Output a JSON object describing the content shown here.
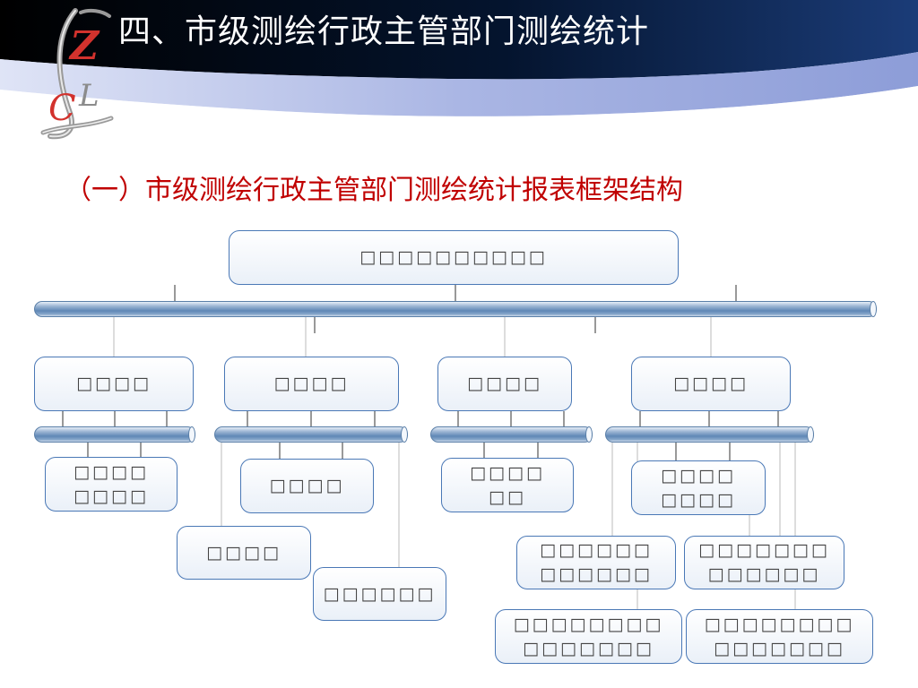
{
  "header": {
    "title": "四、市级测绘行政主管部门测绘统计"
  },
  "logo": {
    "letters": [
      "Z",
      "C",
      "L"
    ]
  },
  "subtitle": "（一）市级测绘行政主管部门测绘统计报表框架结构",
  "colors": {
    "header_dark": "#04142e",
    "header_light": "#b9c3ea",
    "subtitle_red": "#c00000",
    "node_border": "#4a78b6",
    "pipe_blue": "#5f87b6"
  },
  "diagram": {
    "root": "□□□□□□□□□□",
    "categories": [
      "□□□□",
      "□□□□",
      "□□□□",
      "□□□□"
    ],
    "leaves": [
      "□□□□\n□□□□",
      "□□□□",
      "□□□□",
      "□□□□□□",
      "□□□□\n□□",
      "□□□□\n□□□□",
      "□□□□□□\n□□□□□□",
      "□□□□□□□\n□□□□□□",
      "□□□□□□□□\n□□□□□□□",
      "□□□□□□□□\n□□□□□□□"
    ]
  }
}
